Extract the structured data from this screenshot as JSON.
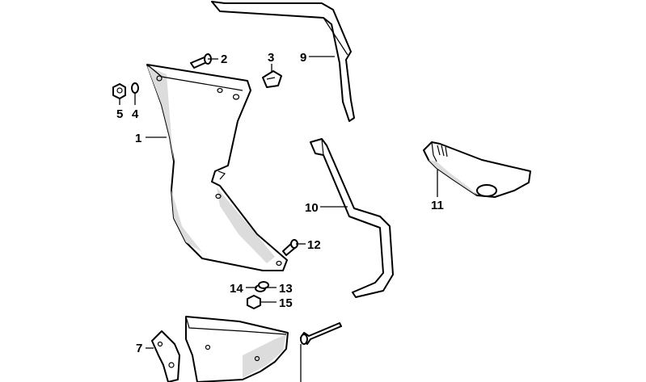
{
  "callouts": {
    "p1": "1",
    "p2": "2",
    "p3": "3",
    "p4": "4",
    "p5": "5",
    "p7": "7",
    "p9": "9",
    "p10": "10",
    "p11": "11",
    "p12": "12",
    "p13": "13",
    "p14": "14",
    "p15": "15"
  },
  "colors": {
    "line": "#000000",
    "shade": "#dcdcdc",
    "background": "#ffffff"
  }
}
